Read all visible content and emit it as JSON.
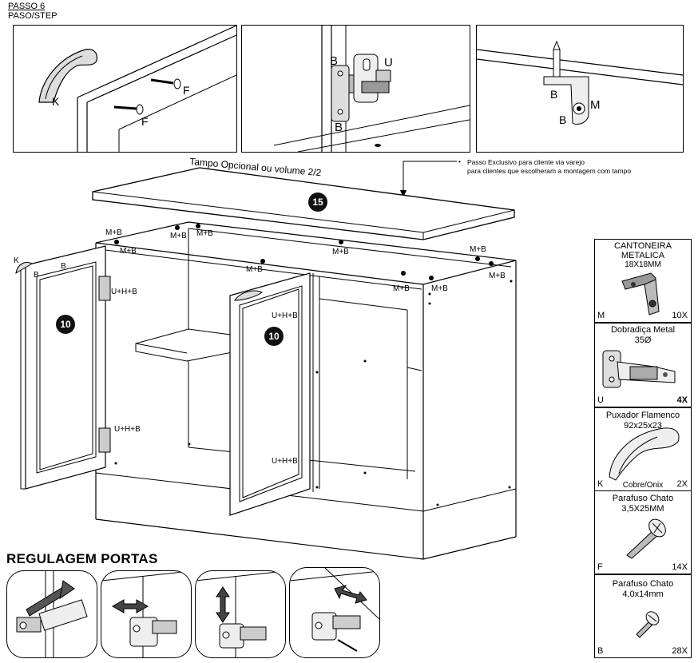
{
  "header": {
    "step": "PASSO 6",
    "step_es": "PASO/STEP"
  },
  "details": {
    "handle": {
      "k": "K",
      "f1": "F",
      "f2": "F"
    },
    "hinge": {
      "b1": "B",
      "u": "U",
      "b2": "B"
    },
    "bracket": {
      "b1": "B",
      "m": "M",
      "b2": "B"
    }
  },
  "main": {
    "tampo_label": "Tampo Opcional ou volume 2/2",
    "note_line1": "Passo Exclusivo para cliente via varejo",
    "note_line2": "para clientes que  escolheram a montagem com tampo",
    "top_number": "15",
    "door_number_left": "10",
    "door_number_right": "10",
    "labels": {
      "mb": "M+B",
      "uhb": "U+H+B",
      "k": "K",
      "b": "B"
    }
  },
  "regulagem": {
    "title": "REGULAGEM PORTAS"
  },
  "parts": [
    {
      "name": "CANTONEIRA METALICA",
      "size": "18X18MM",
      "code": "M",
      "qty": "10X",
      "icon": "bracket-icon"
    },
    {
      "name": "Dobradiça Metal",
      "size": "35Ø",
      "code": "U",
      "qty": "4X",
      "icon": "hinge-icon"
    },
    {
      "name": "Puxador Flamenco",
      "size": "92x25x23",
      "extra": "Cobre/Onix",
      "code": "K",
      "qty": "2X",
      "icon": "handle-icon"
    },
    {
      "name": "Parafuso Chato",
      "size": "3,5X25MM",
      "code": "F",
      "qty": "14X",
      "icon": "screw-icon"
    },
    {
      "name": "Parafuso Chato",
      "size": "4,0x14mm",
      "code": "B",
      "qty": "28X",
      "icon": "small-screw-icon"
    }
  ]
}
